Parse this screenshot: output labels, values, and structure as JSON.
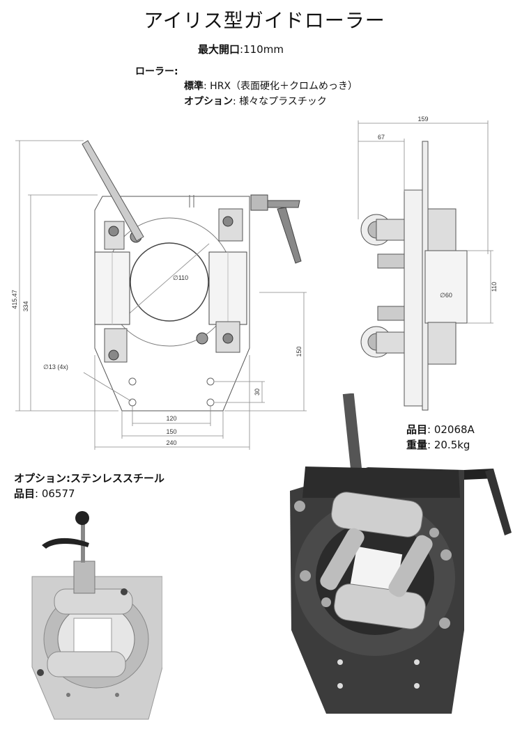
{
  "title": "アイリス型ガイドローラー",
  "specs": {
    "max_opening_label": "最大開口",
    "max_opening_value": "110mm",
    "roller_label": "ローラー:",
    "standard_label": "標準",
    "standard_value": ": HRX（表面硬化＋クロムめっき）",
    "option_label": "オプション",
    "option_value": ": 様々なプラスチック"
  },
  "product_main": {
    "part_label": "品目",
    "part_value": ": 02068A",
    "weight_label": "重量",
    "weight_value": ": 20.5kg"
  },
  "product_option": {
    "heading": "オプション:ステンレススチール",
    "part_label": "品目",
    "part_value": ": 06577"
  },
  "drawing_front": {
    "dims": {
      "overall_height": "415.47",
      "body_height": "334",
      "opening": "∅110",
      "hole": "∅13 (4x)",
      "hole_span": "120",
      "center_height": "150",
      "hole_offset": "30",
      "base_width": "150",
      "overall_width": "240"
    }
  },
  "drawing_side": {
    "dims": {
      "overall_depth": "159",
      "roller_offset": "67",
      "roller_dia": "∅60",
      "opening": "110"
    }
  }
}
